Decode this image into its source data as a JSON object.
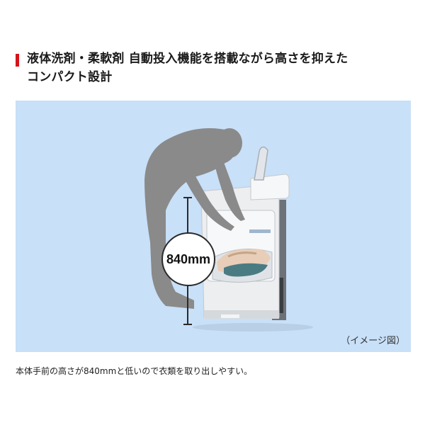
{
  "heading": {
    "title_line1": "液体洗剤・柔軟剤 自動投入機能を搭載ながら高さを抑えた",
    "title_line2": "コンパクト設計",
    "accent_color": "#d4141b"
  },
  "illustration": {
    "background_color": "#c8e0f8",
    "height_label": "840mm",
    "image_note": "（イメージ図）"
  },
  "caption": "本体手前の高さが840mmと低いので衣類を取り出しやすい。"
}
